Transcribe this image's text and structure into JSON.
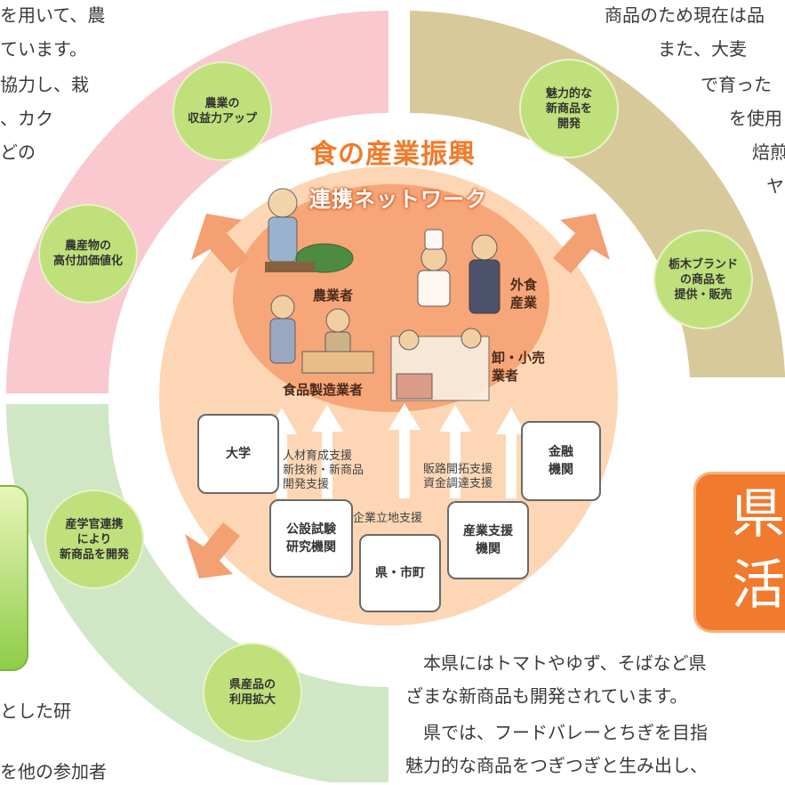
{
  "colors": {
    "ring_pink": "#f9c9cf",
    "ring_tan": "#d8c99b",
    "ring_green": "#cfe7c5",
    "inner_light": "#fdd7b5",
    "inner_mid": "#f6a678",
    "title_orange": "#f27a2a",
    "bubble_green": "#bfe07a",
    "arrow_orange": "#f3a072",
    "badge_orange": "#f07a2e"
  },
  "left_text": {
    "line1": "を用いて、農",
    "line2": "ています。",
    "line3": "協力し、栽",
    "line4": "、カク",
    "line5": "どの"
  },
  "right_text": {
    "line1": "商品のため現在は品",
    "line2": "また、大麦",
    "line3": "で育った",
    "line4": "を使用",
    "line5": "焙煎",
    "line6": "ヤ"
  },
  "bottom_left_text": {
    "line1": "とした研",
    "line2": "を他の参加者"
  },
  "bottom_text": {
    "line1": "本県にはトマトやゆず、そばなど県",
    "line2": "ざまな新商品も開発されています。",
    "line3": "県では、フードバレーとちぎを目指",
    "line4": "魅力的な商品をつぎつぎと生み出し、"
  },
  "badge": {
    "line1": "県",
    "line2": "活"
  },
  "center": {
    "title": "食の産業振興",
    "subtitle": "連携ネットワーク"
  },
  "bubbles": {
    "b1": "農業の\n収益力アップ",
    "b2": "魅力的な\n新商品を\n開発",
    "b3": "農産物の\n高付加価値化",
    "b4": "栃木ブランド\nの商品を\n提供・販売",
    "b5": "産学官連携\nにより\n新商品を開発",
    "b6": "県産品の\n利用拡大"
  },
  "roles": {
    "farmer": "農業者",
    "food_service": "外食\n産業",
    "food_maker": "食品製造業者",
    "retail": "卸・小売\n業者"
  },
  "boxes": {
    "university": "大学",
    "finance": "金融\n機関",
    "public_lab": "公設試験\n研究機関",
    "industry_support": "産業支援\n機関",
    "prefecture": "県・市町"
  },
  "labels": {
    "hr_support": "人材育成支援\n新技術・新商品\n開発支援",
    "sales_support": "販路開拓支援\n資金調達支援",
    "location_support": "企業立地支援"
  }
}
